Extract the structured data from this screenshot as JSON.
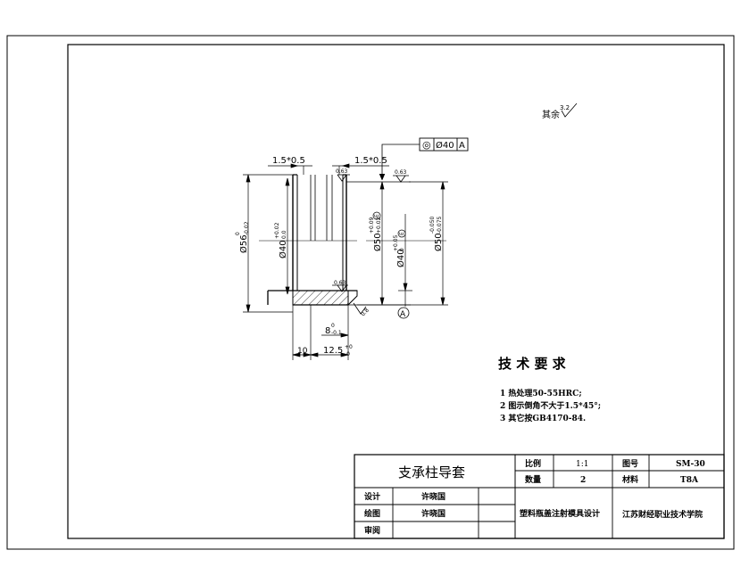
{
  "roughness": {
    "general_prefix": "其余",
    "general_value": "3.2",
    "surface_a": "0.63",
    "surface_b": "0.63",
    "surface_c": "0.63",
    "surface_d": "0.8"
  },
  "tolerance_frame": {
    "symbol": "◎",
    "value": "Ø40",
    "datum": "A"
  },
  "datum_label": "A",
  "dimensions": {
    "chamfer_left": "1.5*0.5",
    "chamfer_right": "1.5*0.5",
    "dia56": "Ø56",
    "dia56_tol_upper": "0",
    "dia56_tol_lower": "-0.02",
    "dia40_inner": "Ø40",
    "dia40_inner_tol_upper": "+0.02",
    "dia40_inner_tol_lower": "0.0",
    "dia50_mid": "Ø50",
    "dia50_mid_tol_upper": "+0.09",
    "dia50_mid_tol_lower": "+0.02",
    "dia50_mid_fit": "E",
    "dia40_right": "Ø40",
    "dia40_right_tol_upper": "+0.05",
    "dia40_right_tol_lower": "0",
    "dia40_right_fit": "E",
    "dia50_right": "Ø50",
    "dia50_right_tol_upper": "-0.050",
    "dia50_right_tol_lower": "-0.075",
    "len8": "8",
    "len8_tol_upper": "0",
    "len8_tol_lower": "-0.1",
    "len10": "10",
    "len125": "12.5",
    "len125_tol_upper": "+0",
    "len125_tol_lower": "-0"
  },
  "tech_requirements": {
    "title": "技 术 要 求",
    "items": [
      "1  热处理50-55HRC;",
      "2  图示倒角不大于1.5*45°;",
      "3  其它按GB4170-84."
    ]
  },
  "title_block": {
    "part_name": "支承柱导套",
    "scale_label": "比例",
    "scale_value": "1:1",
    "drawing_no_label": "图号",
    "drawing_no_value": "SM-30",
    "quantity_label": "数量",
    "quantity_value": "2",
    "material_label": "材料",
    "material_value": "T8A",
    "designer_label": "设计",
    "designer_value": "许晓国",
    "drafter_label": "绘图",
    "drafter_value": "许晓国",
    "reviewer_label": "审阅",
    "reviewer_value": "",
    "project": "塑料瓶盖注射模具设计",
    "institution": "江苏财经职业技术学院"
  }
}
